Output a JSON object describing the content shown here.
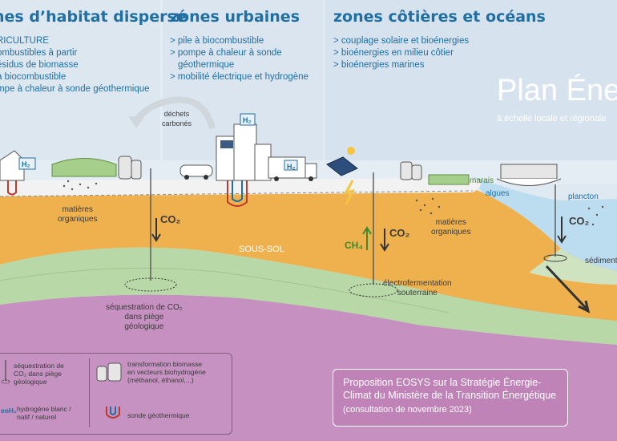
{
  "zones": {
    "habitat": {
      "title": "nes d’habitat dispersé",
      "items": [
        "RICULTURE",
        "ombustibles à partir",
        "ésidus de biomasse",
        "à biocombustible",
        "mpe à chaleur à sonde géothermique"
      ]
    },
    "urbaines": {
      "title": "zones urbaines",
      "items": [
        "> pile à biocombustible",
        "> pompe à chaleur à sonde",
        "géothermique",
        "> mobilité électrique et hydrogène"
      ]
    },
    "cotieres": {
      "title": "zones côtières et océans",
      "items": [
        "> couplage solaire et bioénergies",
        "> bioénergies en milieu côtier",
        "> bioénergies marines"
      ]
    }
  },
  "plan": {
    "title": "Plan Éne",
    "subtitle": "à échelle locale et régionale"
  },
  "labels": {
    "dechets": "déchets\ncarbonés",
    "matieres_left": "matières\norganiques",
    "co2_left": "CO₂",
    "sous_sol": "SOUS-SOL",
    "sequestration": "séquestration de CO₂\ndans piège\ngéologique",
    "ch4": "CH₄",
    "co2_mid": "CO₂",
    "electro": "électrofermentation\nsouterraine",
    "matieres_right": "matières\norganiques",
    "marais": "marais",
    "algues": "algues",
    "plancton": "plancton",
    "co2_right": "CO₂",
    "sediments": "sédiments",
    "h2": "H₂"
  },
  "legend": {
    "seq": "séquestration de\nCO₂ dans piège\ngéologique",
    "hydro_prefix": "eoH₂",
    "hydro": "hydrogène blanc /\nnatif / naturel",
    "transfo": "transformation biomasse\nen vecteurs biohydrogène\n(méthanol, éthanol,...)",
    "sonde": "sonde géothermique"
  },
  "proposition": {
    "main": "Proposition EOSYS  sur la Stratégie Énergie-Climat du  Ministère de la Transition Énergétique",
    "small": " (consultation de novembre 2023)"
  },
  "colors": {
    "sky": "#dfe9f1",
    "soil": "#efb14e",
    "green_layer": "#b9d8a8",
    "purple": "#c690c0",
    "sea": "#bcdcef",
    "title_blue": "#1f6fa3"
  }
}
